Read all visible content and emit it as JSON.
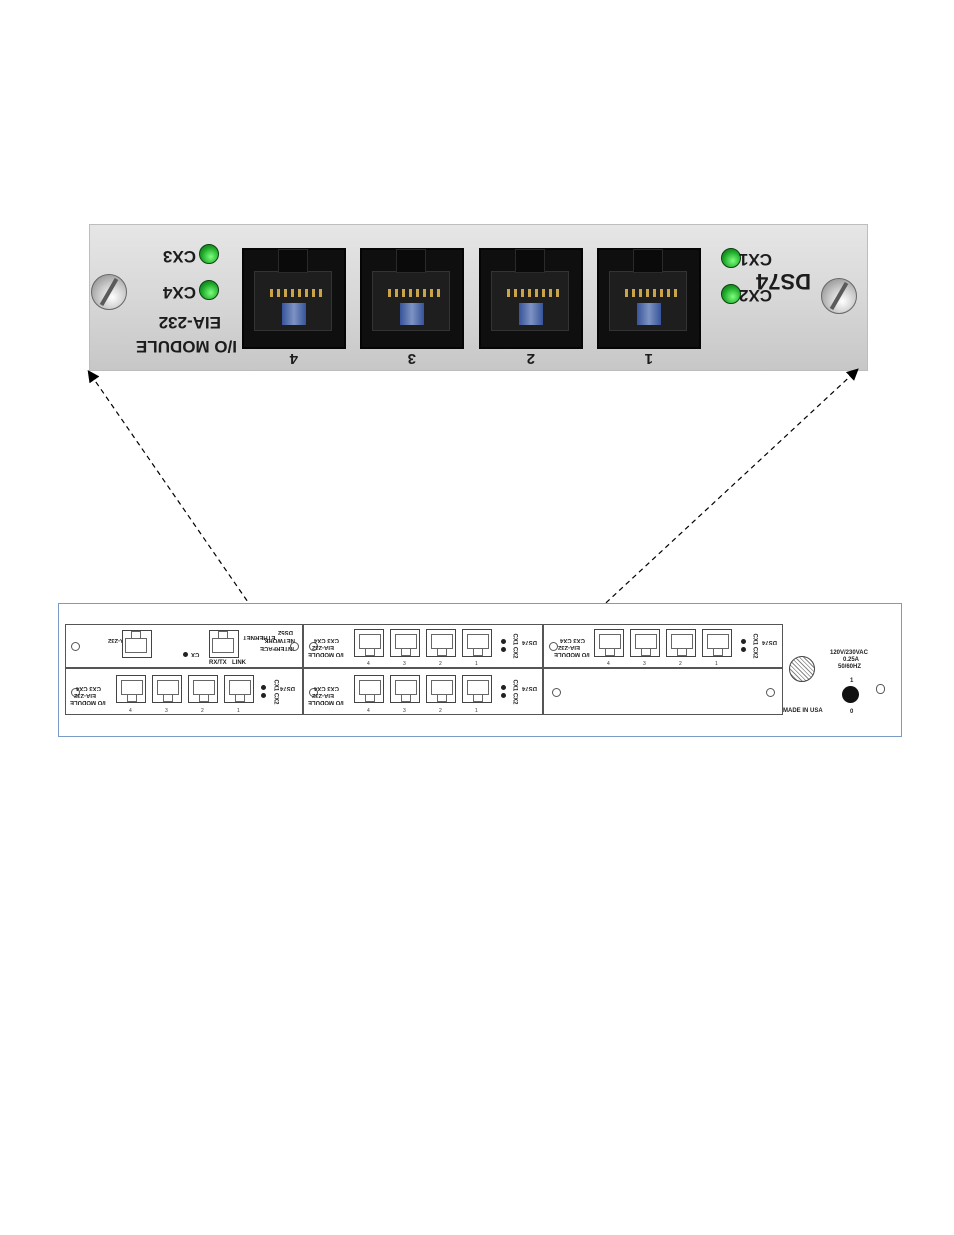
{
  "photo_module": {
    "model": "DS74",
    "module_name": "EIA-232",
    "module_type": "I/O MODULE",
    "leds_left": [
      "CX1",
      "CX2"
    ],
    "leds_right": [
      "CX3",
      "CX4"
    ],
    "ports": [
      "1",
      "2",
      "3",
      "4"
    ],
    "colors": {
      "led": "#1faa2a",
      "jack_latch": "#3b5db0"
    }
  },
  "rear_panel": {
    "network_module": {
      "model": "DS52",
      "name": "NETWORK",
      "type": "INTERFACE",
      "eia_port": "EIA-232",
      "ethernet_label": "ETHERNET",
      "rxtx_label": "RX/TX",
      "link_label": "LINK",
      "cx_label": "CX"
    },
    "io_modules": [
      {
        "model": "DS74",
        "name": "EIA-232",
        "type": "I/O MODULE",
        "cx_a": "CX1 CX2",
        "cx_b": "CX3 CX4",
        "ports": [
          "1",
          "2",
          "3",
          "4"
        ]
      },
      {
        "model": "DS74",
        "name": "EIA-232",
        "type": "I/O MODULE",
        "cx_a": "CX1 CX2",
        "cx_b": "CX3 CX4",
        "ports": [
          "1",
          "2",
          "3",
          "4"
        ]
      },
      {
        "model": "DS74",
        "name": "EIA-232",
        "type": "I/O MODULE",
        "cx_a": "CX1 CX2",
        "cx_b": "CX3 CX4",
        "ports": [
          "1",
          "2",
          "3",
          "4"
        ]
      },
      {
        "model": "DS74",
        "name": "EIA-232",
        "type": "I/O MODULE",
        "cx_a": "CX1 CX2",
        "cx_b": "CX3 CX4",
        "ports": [
          "1",
          "2",
          "3",
          "4"
        ]
      }
    ],
    "made_in": "MADE IN USA",
    "power_rating": [
      "120V/230VAC",
      "0.25A",
      "50/60HZ"
    ],
    "switch_on": "1",
    "switch_off": "0"
  }
}
